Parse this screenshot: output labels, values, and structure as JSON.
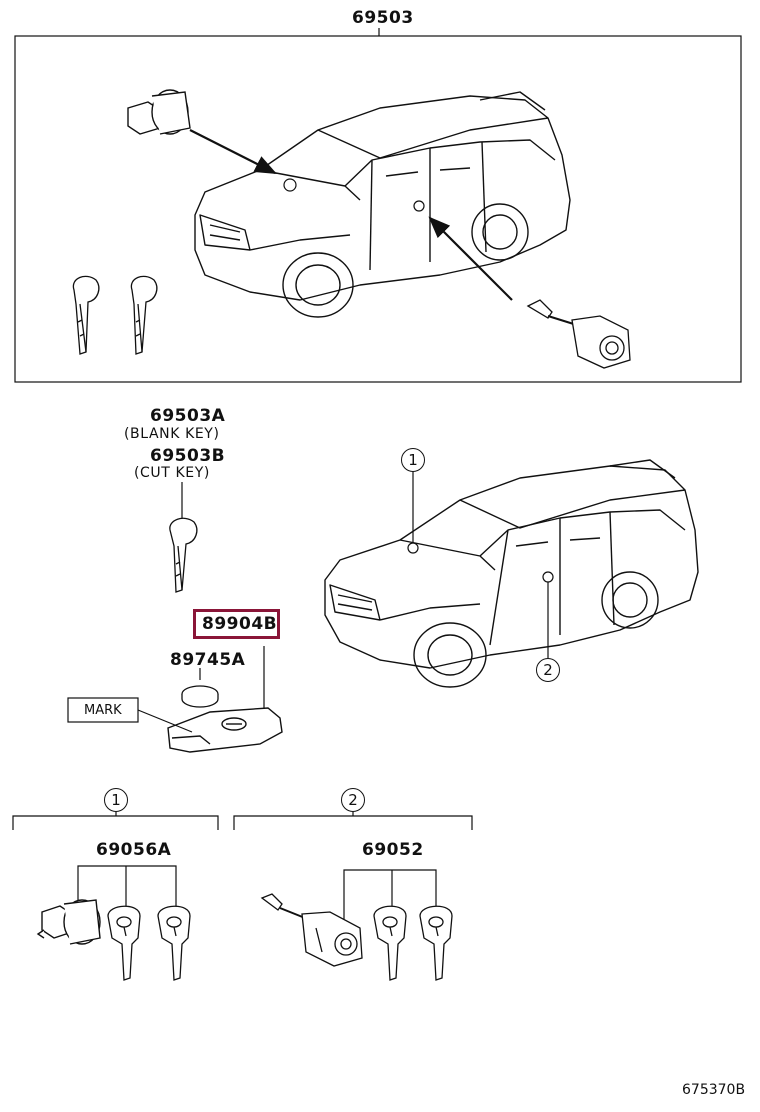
{
  "diagram": {
    "top_part": "69503",
    "key_part_a": "69503A",
    "key_part_a_desc": "(BLANK KEY)",
    "key_part_b": "69503B",
    "key_part_b_desc": "(CUT KEY)",
    "highlight_part": "89904B",
    "battery_part": "89745A",
    "mark_label": "MARK",
    "callout_1": "1",
    "callout_2": "2",
    "section_1_marker": "1",
    "section_1_part": "69056A",
    "section_2_marker": "2",
    "section_2_part": "69052",
    "drawing_number": "675370B"
  },
  "colors": {
    "line": "#111111",
    "highlight": "#8a1538",
    "background": "#ffffff"
  }
}
